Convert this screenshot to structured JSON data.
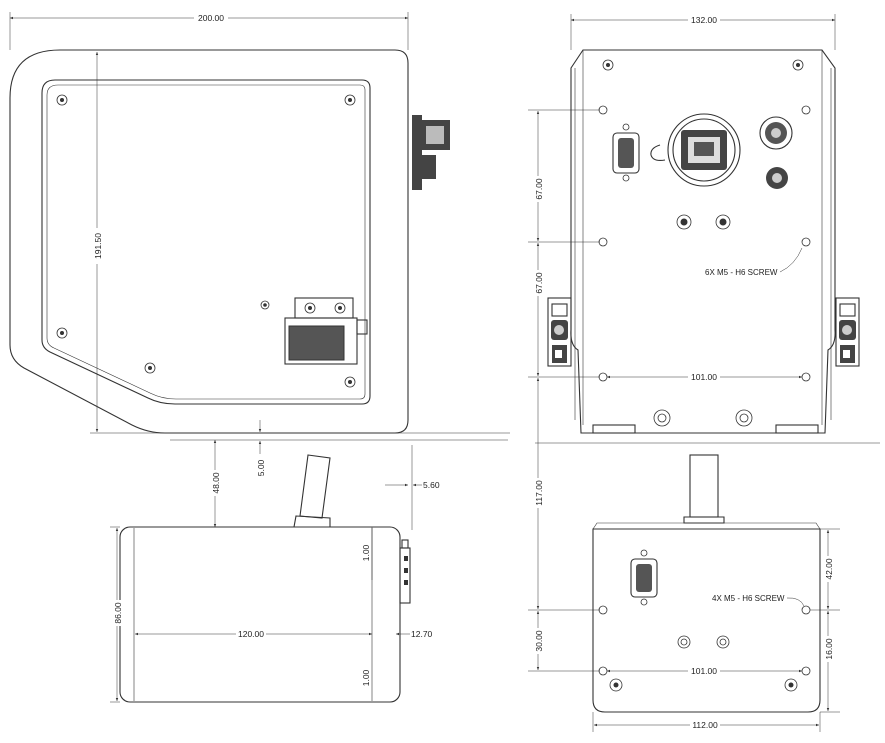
{
  "dimensions": {
    "front_width": "200.00",
    "front_height": "191.50",
    "back_width": "132.00",
    "back_upper_spacing": "67.00",
    "back_lower_spacing": "67.00",
    "back_hole_spacing": "101.00",
    "offset_5": "5.00",
    "offset_5_60": "5.60",
    "boom_height": "48.00",
    "side_height": "86.00",
    "side_depth": "120.00",
    "connector_depth": "12.70",
    "top_gap": "1.00",
    "bottom_gap": "1.00",
    "vertical_total": "117.00",
    "bottom_upper_offset": "42.00",
    "bottom_lower_spacing": "30.00",
    "bottom_edge_offset": "16.00",
    "bottom_hole_spacing": "101.00",
    "bottom_width": "112.00"
  },
  "notes": {
    "screw_6x": "6X M5 - H6 SCREW",
    "screw_4x": "4X M5 - H6 SCREW"
  }
}
